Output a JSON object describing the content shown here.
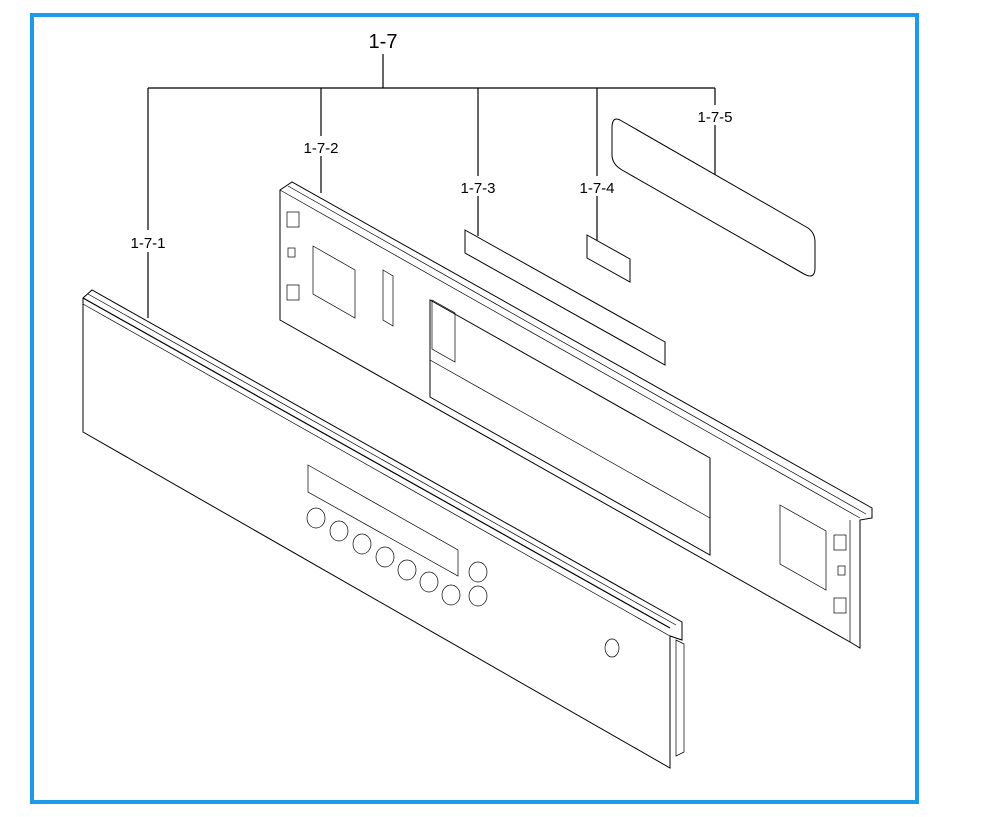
{
  "diagram": {
    "assembly_label": "1-7",
    "parts": [
      {
        "id": "1-7-1"
      },
      {
        "id": "1-7-2"
      },
      {
        "id": "1-7-3"
      },
      {
        "id": "1-7-4"
      },
      {
        "id": "1-7-5"
      }
    ],
    "frame_color": "#1e9be8"
  }
}
